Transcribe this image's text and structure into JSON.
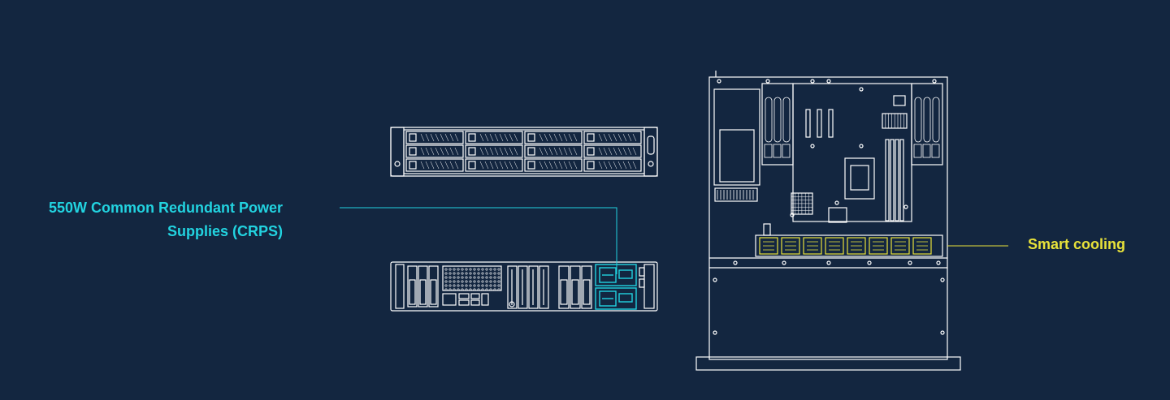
{
  "colors": {
    "background": "#132640",
    "outline": "#ffffff",
    "psu_highlight": "#22d3e0",
    "fan_highlight": "#e8e23a"
  },
  "callouts": {
    "crps": {
      "text_line1": "550W Common Redundant Power",
      "text_line2": "Supplies (CRPS)",
      "icon": "power-supply-icon"
    },
    "cooling": {
      "text": "Smart cooling",
      "icon": "fan-icon"
    }
  }
}
